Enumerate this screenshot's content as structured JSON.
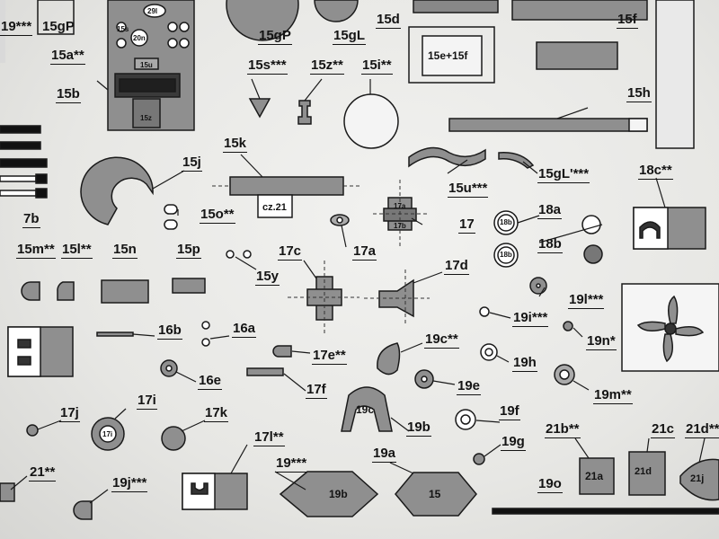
{
  "labels": {
    "l_19": "19***",
    "l_15gP_top": "15gP",
    "l_15a": "15a**",
    "l_15gP": "15gP",
    "l_15gL": "15gL",
    "l_15d": "15d",
    "l_15f": "15f",
    "l_15s": "15s***",
    "l_15z": "15z**",
    "l_15i": "15i**",
    "l_15b": "15b",
    "l_15h": "15h",
    "l_15k": "15k",
    "l_15j": "15j",
    "l_15u": "15u***",
    "l_15gLp": "15gL'***",
    "l_18c": "18c**",
    "l_15o": "15o**",
    "l_17": "17",
    "l_18a": "18a",
    "l_7b": "7b",
    "l_18b": "18b",
    "l_17a": "17a",
    "l_15m": "15m**",
    "l_15l": "15l**",
    "l_15n": "15n",
    "l_15p": "15p",
    "l_17c": "17c",
    "l_17d": "17d",
    "l_15y": "15y",
    "l_19l": "19l***",
    "l_19i": "19i***",
    "l_16b": "16b",
    "l_16a": "16a",
    "l_19n": "19n*",
    "l_17e": "17e**",
    "l_19c": "19c**",
    "l_16e": "16e",
    "l_19h": "19h",
    "l_17f": "17f",
    "l_19e": "19e",
    "l_19m": "19m**",
    "l_17i": "17i",
    "l_17j": "17j",
    "l_17k": "17k",
    "l_19b": "19b",
    "l_19f": "19f",
    "l_17l": "17l**",
    "l_21b": "21b**",
    "l_21c": "21c",
    "l_21d": "21d**",
    "l_19g": "19g",
    "l_19a": "19a",
    "l_21": "21**",
    "l_19j": "19j***",
    "l_19o": "19o"
  },
  "inner_text": {
    "t_15e15f": "15e+15f",
    "t_cz21": "cz.21",
    "t_18b_1": "18b",
    "t_18b_2": "18b",
    "t_19c": "19c",
    "t_19b": "19b",
    "t_15": "15",
    "t_17i": "17i",
    "t_21a": "21a",
    "t_21d": "21d",
    "t_21j": "21j",
    "t_15u": "15u",
    "t_15z": "15z",
    "t_15s": "15s",
    "t_20n": "20n",
    "t_29l": "29l",
    "t_17a_s": "17a",
    "t_17b_s": "17b"
  },
  "colors": {
    "part_fill": "#8f8f8f",
    "part_dark": "#555555",
    "ink": "#141414",
    "paper": "#ececea"
  }
}
